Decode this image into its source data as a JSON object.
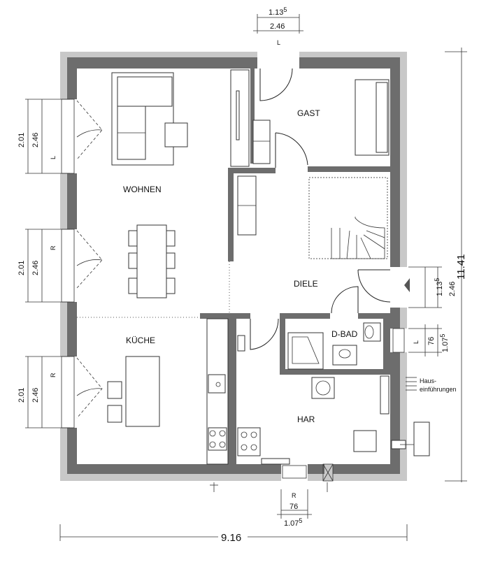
{
  "rooms": {
    "wohnen": "WOHNEN",
    "gast": "GAST",
    "diele": "DIELE",
    "kueche": "KÜCHE",
    "dbad": "D-BAD",
    "har": "HAR"
  },
  "dimensions": {
    "top_opening_1": "1.13",
    "top_opening_1_sup": "5",
    "top_opening_2": "2.46",
    "top_marker": "L",
    "left_w1_a": "2.01",
    "left_w1_b": "2.46",
    "left_w1_marker": "L",
    "left_w2_a": "2.01",
    "left_w2_b": "2.46",
    "left_w2_marker": "R",
    "left_w3_a": "2.01",
    "left_w3_b": "2.46",
    "left_w3_marker": "R",
    "right_door_a": "1.13",
    "right_door_a_sup": "5",
    "right_door_b": "2.46",
    "right_win_a": "76",
    "right_win_b": "1.07",
    "right_win_b_sup": "5",
    "right_win_marker": "L",
    "total_height": "11.41",
    "bottom_marker": "R",
    "bottom_win_a": "76",
    "bottom_win_b": "1.07",
    "bottom_win_b_sup": "5",
    "total_width": "9.16"
  },
  "annotations": {
    "hauseinfuehrungen_1": "Haus-",
    "hauseinfuehrungen_2": "einführungen"
  }
}
